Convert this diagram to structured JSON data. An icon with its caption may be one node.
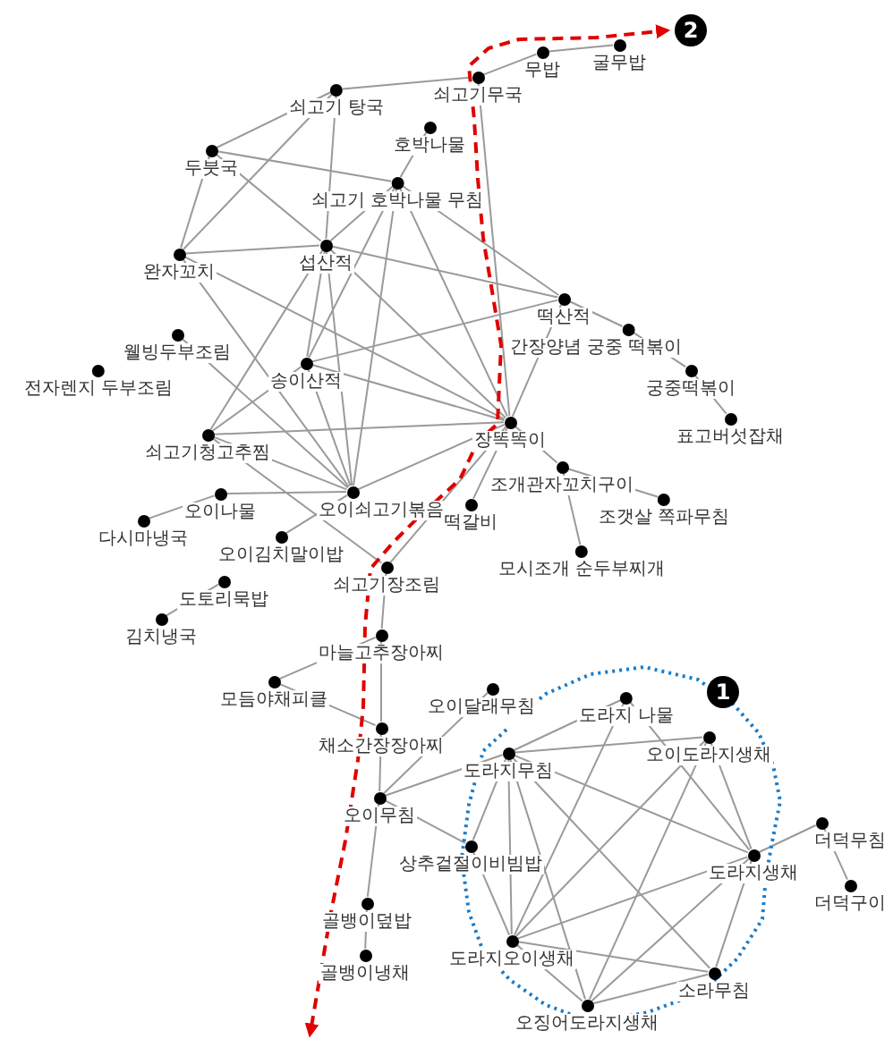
{
  "diagram": {
    "nodes": [
      {
        "text": [
          "무밥"
        ]
      },
      {
        "text": [
          "굴무밥"
        ]
      },
      {
        "text": [
          "쇠고기무국"
        ]
      },
      {
        "text": [
          "쇠고기 탕국"
        ]
      },
      {
        "text": [
          "호박나물"
        ]
      },
      {
        "text": [
          "두붓국"
        ]
      },
      {
        "text": [
          "쇠고기 호박나물 무침"
        ]
      },
      {
        "text": [
          "완자꼬치"
        ]
      },
      {
        "text": [
          "섭산적"
        ]
      },
      {
        "text": [
          "떡산적"
        ]
      },
      {
        "text": [
          "간장양념 궁중 떡볶이"
        ]
      },
      {
        "text": [
          "궁중떡볶이"
        ]
      },
      {
        "text": [
          "표고버섯잡채"
        ]
      },
      {
        "text": [
          "웰빙두부조림"
        ]
      },
      {
        "text": [
          "전자렌지 두부조림"
        ]
      },
      {
        "text": [
          "송이산적"
        ]
      },
      {
        "text": [
          "장똑똑이"
        ]
      },
      {
        "text": [
          "쇠고기청고추찜"
        ]
      },
      {
        "text": [
          "조개관자꼬치구이"
        ]
      },
      {
        "text": [
          "조갯살 쪽파무침"
        ]
      },
      {
        "text": [
          "오이나물"
        ]
      },
      {
        "text": [
          "오이쇠고기볶음"
        ]
      },
      {
        "text": [
          "떡갈비"
        ]
      },
      {
        "text": [
          "다시마냉국"
        ]
      },
      {
        "text": [
          "오이김치말이밥"
        ]
      },
      {
        "text": [
          "모시조개 순두부찌개"
        ]
      },
      {
        "text": [
          "쇠고기장조림"
        ]
      },
      {
        "text": [
          "도토리묵밥"
        ]
      },
      {
        "text": [
          "김치냉국"
        ]
      },
      {
        "text": [
          "마늘고추장아찌"
        ]
      },
      {
        "text": [
          "모듬야채피클"
        ]
      },
      {
        "text": [
          "채소간장장아찌"
        ]
      },
      {
        "text": [
          "오이달래무침"
        ]
      },
      {
        "text": [
          "도라지 나물"
        ]
      },
      {
        "text": [
          "오이도라지생채"
        ]
      },
      {
        "text": [
          "도라지무침"
        ]
      },
      {
        "text": [
          "오이무침"
        ]
      },
      {
        "text": [
          "더덕무침"
        ]
      },
      {
        "text": [
          "상추겉절이비빔밥"
        ]
      },
      {
        "text": [
          "도라지생채"
        ]
      },
      {
        "text": [
          "더덕구이"
        ]
      },
      {
        "text": [
          "골뱅이덮밥"
        ]
      },
      {
        "text": [
          "도라지오이생채"
        ]
      },
      {
        "text": [
          "소라무침"
        ]
      },
      {
        "text": [
          "골뱅이냉채"
        ]
      },
      {
        "text": [
          "오징어도라지생채"
        ]
      }
    ],
    "edges": [
      {
        "from": 0,
        "to": 1,
        "arrow": "none"
      },
      {
        "from": 2,
        "to": 0,
        "arrow": "none"
      },
      {
        "from": 3,
        "to": 2,
        "arrow": "none"
      },
      {
        "from": 2,
        "to": 16,
        "arrow": "none"
      },
      {
        "from": 3,
        "to": 5,
        "arrow": "none"
      },
      {
        "from": 3,
        "to": 7,
        "arrow": "none"
      },
      {
        "from": 3,
        "to": 8,
        "arrow": "none"
      },
      {
        "from": 4,
        "to": 6,
        "arrow": "none"
      },
      {
        "from": 5,
        "to": 6,
        "arrow": "none"
      },
      {
        "from": 5,
        "to": 7,
        "arrow": "none"
      },
      {
        "from": 5,
        "to": 8,
        "arrow": "none"
      },
      {
        "from": 6,
        "to": 8,
        "arrow": "none"
      },
      {
        "from": 6,
        "to": 15,
        "arrow": "none"
      },
      {
        "from": 6,
        "to": 21,
        "arrow": "none"
      },
      {
        "from": 6,
        "to": 16,
        "arrow": "none"
      },
      {
        "from": 6,
        "to": 9,
        "arrow": "none"
      },
      {
        "from": 7,
        "to": 8,
        "arrow": "none"
      },
      {
        "from": 7,
        "to": 21,
        "arrow": "none"
      },
      {
        "from": 7,
        "to": 16,
        "arrow": "none"
      },
      {
        "from": 8,
        "to": 9,
        "arrow": "none"
      },
      {
        "from": 8,
        "to": 17,
        "arrow": "none"
      },
      {
        "from": 8,
        "to": 15,
        "arrow": "none"
      },
      {
        "from": 8,
        "to": 21,
        "arrow": "none"
      },
      {
        "from": 8,
        "to": 16,
        "arrow": "none"
      },
      {
        "from": 9,
        "to": 15,
        "arrow": "none"
      },
      {
        "from": 9,
        "to": 16,
        "arrow": "none"
      },
      {
        "from": 9,
        "to": 10,
        "arrow": "none"
      },
      {
        "from": 10,
        "to": 11,
        "arrow": "none"
      },
      {
        "from": 11,
        "to": 12,
        "arrow": "none"
      },
      {
        "from": 13,
        "to": 21,
        "arrow": "none"
      },
      {
        "from": 15,
        "to": 16,
        "arrow": "none"
      },
      {
        "from": 15,
        "to": 17,
        "arrow": "none"
      },
      {
        "from": 15,
        "to": 21,
        "arrow": "none"
      },
      {
        "from": 17,
        "to": 16,
        "arrow": "none"
      },
      {
        "from": 17,
        "to": 21,
        "arrow": "none"
      },
      {
        "from": 17,
        "to": 26,
        "arrow": "none"
      },
      {
        "from": 20,
        "to": 21,
        "arrow": "none"
      },
      {
        "from": 23,
        "to": 20,
        "arrow": "none"
      },
      {
        "from": 21,
        "to": 24,
        "arrow": "none"
      },
      {
        "from": 21,
        "to": 16,
        "arrow": "none"
      },
      {
        "from": 16,
        "to": 26,
        "arrow": "none"
      },
      {
        "from": 16,
        "to": 22,
        "arrow": "none"
      },
      {
        "from": 16,
        "to": 18,
        "arrow": "none"
      },
      {
        "from": 18,
        "to": 19,
        "arrow": "none"
      },
      {
        "from": 18,
        "to": 25,
        "arrow": "none"
      },
      {
        "from": 27,
        "to": 28,
        "arrow": "none"
      },
      {
        "from": 26,
        "to": 29,
        "arrow": "none"
      },
      {
        "from": 29,
        "to": 30,
        "arrow": "none"
      },
      {
        "from": 29,
        "to": 31,
        "arrow": "none"
      },
      {
        "from": 30,
        "to": 31,
        "arrow": "none"
      },
      {
        "from": 31,
        "to": 36,
        "arrow": "none"
      },
      {
        "from": 36,
        "to": 32,
        "arrow": "none"
      },
      {
        "from": 36,
        "to": 35,
        "arrow": "none"
      },
      {
        "from": 36,
        "to": 38,
        "arrow": "none"
      },
      {
        "from": 36,
        "to": 41,
        "arrow": "none"
      },
      {
        "from": 41,
        "to": 44,
        "arrow": "none"
      },
      {
        "from": 33,
        "to": 35,
        "arrow": "none"
      },
      {
        "from": 33,
        "to": 39,
        "arrow": "none"
      },
      {
        "from": 33,
        "to": 42,
        "arrow": "none"
      },
      {
        "from": 35,
        "to": 34,
        "arrow": "none"
      },
      {
        "from": 35,
        "to": 38,
        "arrow": "none"
      },
      {
        "from": 35,
        "to": 42,
        "arrow": "none"
      },
      {
        "from": 35,
        "to": 45,
        "arrow": "none"
      },
      {
        "from": 35,
        "to": 43,
        "arrow": "none"
      },
      {
        "from": 35,
        "to": 39,
        "arrow": "none"
      },
      {
        "from": 34,
        "to": 42,
        "arrow": "none"
      },
      {
        "from": 34,
        "to": 45,
        "arrow": "none"
      },
      {
        "from": 34,
        "to": 39,
        "arrow": "none"
      },
      {
        "from": 39,
        "to": 37,
        "arrow": "none"
      },
      {
        "from": 39,
        "to": 42,
        "arrow": "none"
      },
      {
        "from": 39,
        "to": 45,
        "arrow": "none"
      },
      {
        "from": 39,
        "to": 43,
        "arrow": "none"
      },
      {
        "from": 37,
        "to": 40,
        "arrow": "none"
      },
      {
        "from": 38,
        "to": 42,
        "arrow": "none"
      },
      {
        "from": 42,
        "to": 43,
        "arrow": "none"
      },
      {
        "from": 42,
        "to": 45,
        "arrow": "none"
      },
      {
        "from": 43,
        "to": 45,
        "arrow": "none"
      }
    ],
    "labels": [
      "1",
      "2"
    ]
  }
}
